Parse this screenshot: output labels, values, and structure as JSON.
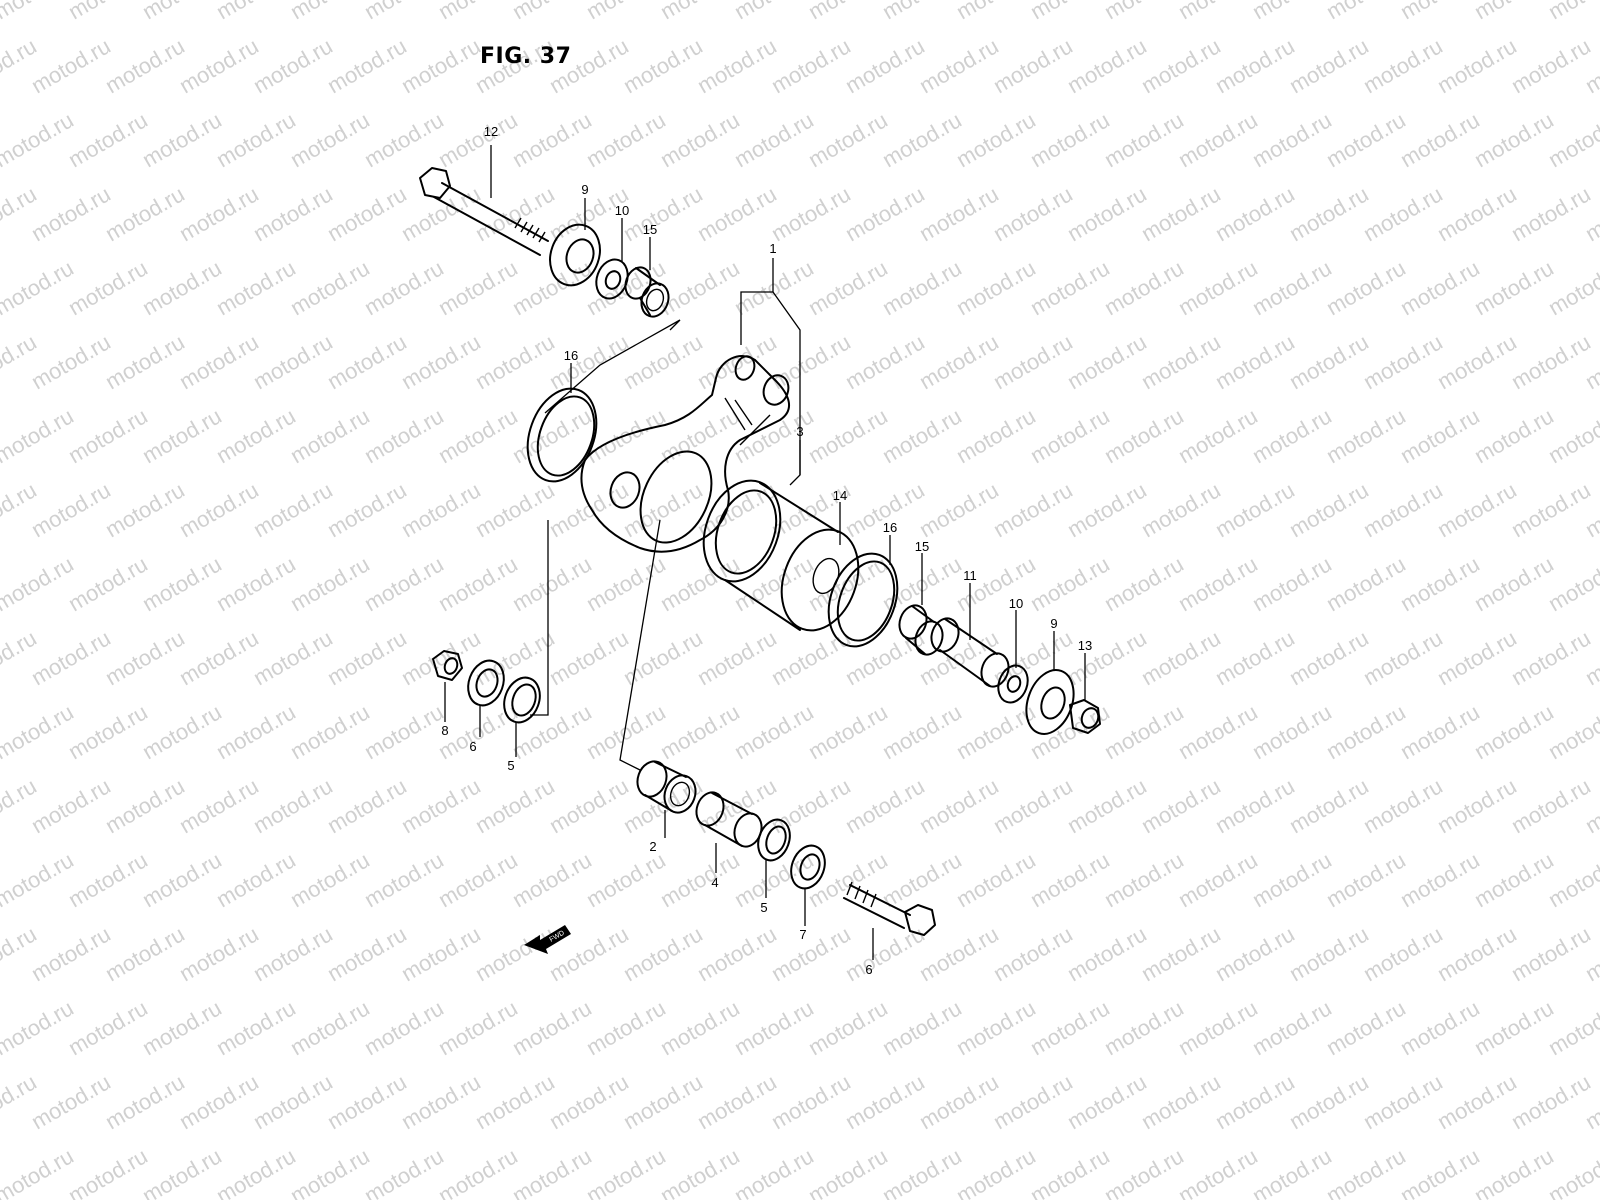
{
  "figure": {
    "title": "FIG. 37"
  },
  "watermark": {
    "text": "motod.ru"
  },
  "fwd_arrow": {
    "label": "FWD",
    "icon": "forward-arrow-icon"
  },
  "callouts": [
    "1",
    "2",
    "3",
    "4",
    "5",
    "5",
    "6",
    "6",
    "7",
    "8",
    "9",
    "9",
    "10",
    "10",
    "11",
    "12",
    "13",
    "14",
    "15",
    "15",
    "16",
    "16"
  ],
  "parts": [
    {
      "ref": "1"
    },
    {
      "ref": "2"
    },
    {
      "ref": "3"
    },
    {
      "ref": "4"
    },
    {
      "ref": "5"
    },
    {
      "ref": "6"
    },
    {
      "ref": "7"
    },
    {
      "ref": "8"
    },
    {
      "ref": "9"
    },
    {
      "ref": "10"
    },
    {
      "ref": "11"
    },
    {
      "ref": "12"
    },
    {
      "ref": "13"
    },
    {
      "ref": "14"
    },
    {
      "ref": "15"
    },
    {
      "ref": "16"
    }
  ]
}
